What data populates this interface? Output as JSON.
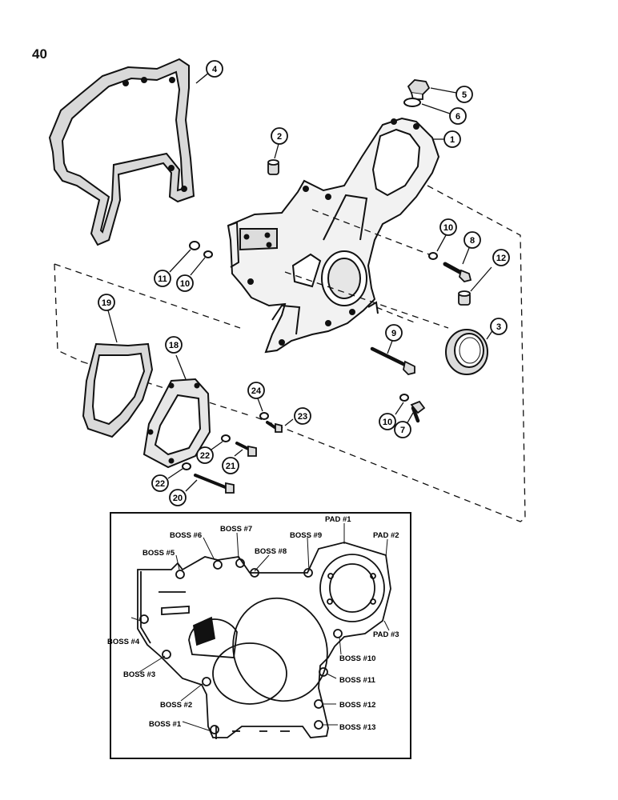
{
  "page_number": "40",
  "callouts": [
    {
      "id": "c1",
      "label": "1"
    },
    {
      "id": "c2",
      "label": "2"
    },
    {
      "id": "c3",
      "label": "3"
    },
    {
      "id": "c4",
      "label": "4"
    },
    {
      "id": "c5",
      "label": "5"
    },
    {
      "id": "c6",
      "label": "6"
    },
    {
      "id": "c7",
      "label": "7"
    },
    {
      "id": "c8",
      "label": "8"
    },
    {
      "id": "c9",
      "label": "9"
    },
    {
      "id": "c10a",
      "label": "10"
    },
    {
      "id": "c10b",
      "label": "10"
    },
    {
      "id": "c10c",
      "label": "10"
    },
    {
      "id": "c11",
      "label": "11"
    },
    {
      "id": "c12",
      "label": "12"
    },
    {
      "id": "c18",
      "label": "18"
    },
    {
      "id": "c19",
      "label": "19"
    },
    {
      "id": "c20",
      "label": "20"
    },
    {
      "id": "c21",
      "label": "21"
    },
    {
      "id": "c22a",
      "label": "22"
    },
    {
      "id": "c22b",
      "label": "22"
    },
    {
      "id": "c23",
      "label": "23"
    },
    {
      "id": "c24",
      "label": "24"
    }
  ],
  "inset_labels": [
    {
      "id": "boss1",
      "text": "BOSS #1"
    },
    {
      "id": "boss2",
      "text": "BOSS #2"
    },
    {
      "id": "boss3",
      "text": "BOSS #3"
    },
    {
      "id": "boss4",
      "text": "BOSS #4"
    },
    {
      "id": "boss5",
      "text": "BOSS #5"
    },
    {
      "id": "boss6",
      "text": "BOSS #6"
    },
    {
      "id": "boss7",
      "text": "BOSS #7"
    },
    {
      "id": "boss8",
      "text": "BOSS #8"
    },
    {
      "id": "boss9",
      "text": "BOSS #9"
    },
    {
      "id": "boss10",
      "text": "BOSS #10"
    },
    {
      "id": "boss11",
      "text": "BOSS #11"
    },
    {
      "id": "boss12",
      "text": "BOSS #12"
    },
    {
      "id": "boss13",
      "text": "BOSS #13"
    },
    {
      "id": "pad1",
      "text": "PAD #1"
    },
    {
      "id": "pad2",
      "text": "PAD #2"
    },
    {
      "id": "pad3",
      "text": "PAD #3"
    }
  ]
}
